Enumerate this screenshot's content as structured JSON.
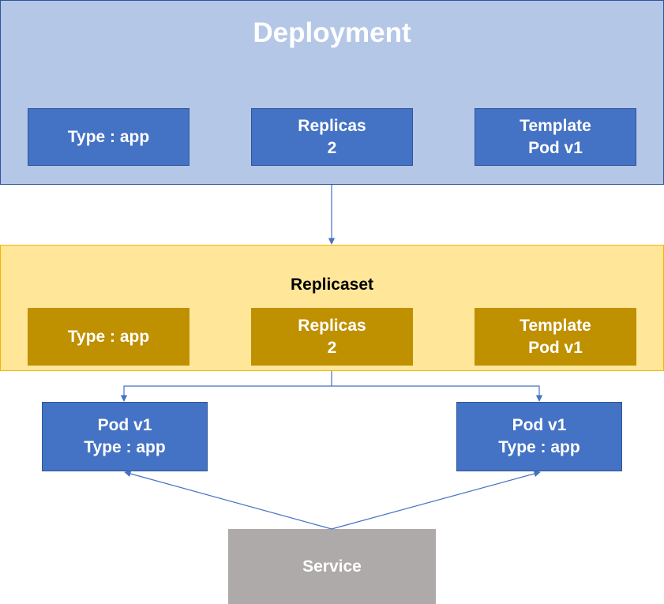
{
  "deployment": {
    "title": "Deployment",
    "type_label": "Type : app",
    "replicas_label": "Replicas",
    "replicas_value": "2",
    "template_label": "Template",
    "template_pod": "Pod v1"
  },
  "replicaset": {
    "title": "Replicaset",
    "type_label": "Type : app",
    "replicas_label": "Replicas",
    "replicas_value": "2",
    "template_label": "Template",
    "template_pod": "Pod v1"
  },
  "pods": [
    {
      "name": "Pod v1",
      "type": "Type : app"
    },
    {
      "name": "Pod v1",
      "type": "Type : app"
    }
  ],
  "service": {
    "label": "Service"
  },
  "colors": {
    "deployment_bg": "#b4c7e7",
    "box_blue": "#4472c4",
    "replicaset_bg": "#ffe699",
    "box_gold": "#bf9000",
    "service_gray": "#aeaaaa",
    "connector": "#4472c4"
  }
}
